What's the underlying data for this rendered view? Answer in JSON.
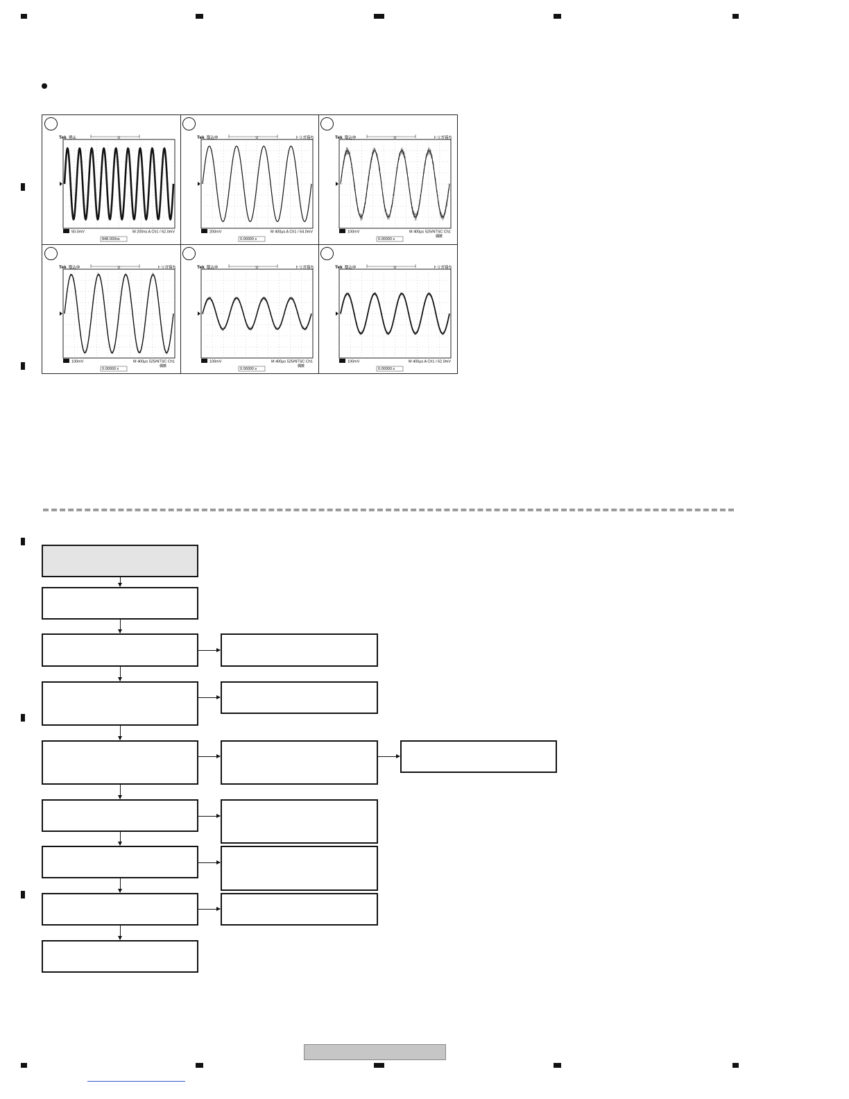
{
  "scopes": [
    {
      "brand": "Tek",
      "state": "停止",
      "trigger": "",
      "ch_scale": "50.0mV",
      "timebase": "M 200ns A Ch1 / 62.0mV",
      "extra": "",
      "readout": "848.000ns",
      "cycles": 9,
      "amplitude": 0.8,
      "noise": 0.15,
      "thickness": 2.6
    },
    {
      "brand": "Tek",
      "state": "取込中",
      "trigger": "トリガ待ち",
      "ch_scale": "200mV",
      "timebase": "M 400μs A Ch1 / 64.0mV",
      "extra": "",
      "readout": "0.00000 s",
      "cycles": 4,
      "amplitude": 0.85,
      "noise": 0.0,
      "thickness": 1.2
    },
    {
      "brand": "Tek",
      "state": "取込中",
      "trigger": "トリガ待ち",
      "ch_scale": "100mV",
      "timebase": "M 400μs 525/NTSC Ch1",
      "extra": "偶数",
      "readout": "0.00000 s",
      "cycles": 4,
      "amplitude": 0.75,
      "noise": 0.5,
      "thickness": 1.0
    },
    {
      "brand": "Tek",
      "state": "取込中",
      "trigger": "トリガ待ち",
      "ch_scale": "100mV",
      "timebase": "M 400μs 525/NTSC Ch1",
      "extra": "偶数",
      "readout": "0.00000 s",
      "cycles": 4,
      "amplitude": 0.88,
      "noise": 0.25,
      "thickness": 1.4
    },
    {
      "brand": "Tek",
      "state": "取込中",
      "trigger": "トリガ待ち",
      "ch_scale": "100mV",
      "timebase": "M 400μs 525/NTSC Ch1",
      "extra": "偶数",
      "readout": "0.00000 s",
      "cycles": 4,
      "amplitude": 0.35,
      "noise": 0.25,
      "thickness": 1.6
    },
    {
      "brand": "Tek",
      "state": "取込中",
      "trigger": "トリガ待ち",
      "ch_scale": "100mV",
      "timebase": "M 400μs A Ch1 / 62.0mV",
      "extra": "",
      "readout": "0.00000 s",
      "cycles": 4,
      "amplitude": 0.45,
      "noise": 0.25,
      "thickness": 1.8
    }
  ],
  "flowchart": {
    "main_boxes": [
      "",
      "",
      "",
      "",
      "",
      "",
      "",
      "",
      ""
    ],
    "side_boxes": [
      "",
      "",
      "",
      "",
      "",
      "",
      ""
    ],
    "far_box": ""
  }
}
